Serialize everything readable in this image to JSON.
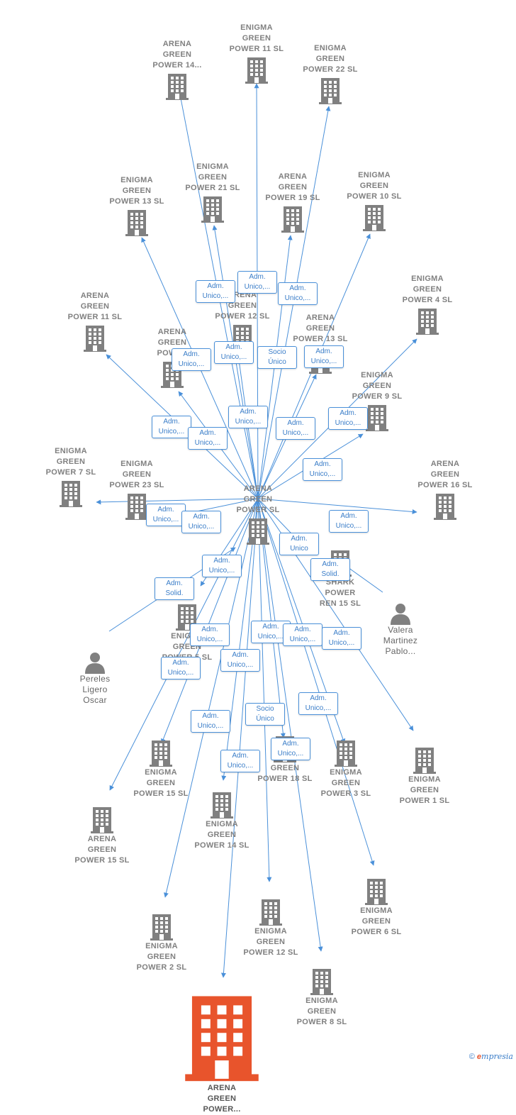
{
  "colors": {
    "edge": "#4a90d9",
    "company": "#808080",
    "highlight": "#e8542c",
    "person": "#808080"
  },
  "center": "arena_gp",
  "nodes": [
    {
      "id": "arena_gp",
      "label": "ARENA\nGREEN\nPOWER  SL",
      "kind": "company"
    },
    {
      "id": "arena14",
      "label": "ARENA\nGREEN\nPOWER 14...",
      "kind": "company"
    },
    {
      "id": "enigma11",
      "label": "ENIGMA\nGREEN\nPOWER 11  SL",
      "kind": "company"
    },
    {
      "id": "enigma22",
      "label": "ENIGMA\nGREEN\nPOWER 22  SL",
      "kind": "company"
    },
    {
      "id": "enigma21",
      "label": "ENIGMA\nGREEN\nPOWER 21  SL",
      "kind": "company"
    },
    {
      "id": "enigma13",
      "label": "ENIGMA\nGREEN\nPOWER 13  SL",
      "kind": "company"
    },
    {
      "id": "arena19",
      "label": "ARENA\nGREEN\nPOWER 19  SL",
      "kind": "company"
    },
    {
      "id": "enigma10",
      "label": "ENIGMA\nGREEN\nPOWER 10  SL",
      "kind": "company"
    },
    {
      "id": "enigma4",
      "label": "ENIGMA\nGREEN\nPOWER 4  SL",
      "kind": "company"
    },
    {
      "id": "arena11",
      "label": "ARENA\nGREEN\nPOWER 11  SL",
      "kind": "company"
    },
    {
      "id": "arena12",
      "label": "ARENA\nGREEN\nPOWER 12  SL",
      "kind": "company"
    },
    {
      "id": "arena_x",
      "label": "ARENA\nGREEN\nPOWER",
      "kind": "company"
    },
    {
      "id": "arena13",
      "label": "ARENA\nGREEN\nPOWER 13  SL",
      "kind": "company"
    },
    {
      "id": "enigma9",
      "label": "ENIGMA\nGREEN\nPOWER 9  SL",
      "kind": "company"
    },
    {
      "id": "enigma7",
      "label": "ENIGMA\nGREEN\nPOWER 7  SL",
      "kind": "company"
    },
    {
      "id": "enigma23",
      "label": "ENIGMA\nGREEN\nPOWER 23  SL",
      "kind": "company"
    },
    {
      "id": "arena16",
      "label": "ARENA\nGREEN\nPOWER 16  SL",
      "kind": "company"
    },
    {
      "id": "shark15",
      "label": "SHARK\nPOWER\nREN 15  SL",
      "kind": "company"
    },
    {
      "id": "valera",
      "label": "Valera\nMartinez\nPablo...",
      "kind": "person"
    },
    {
      "id": "pereles",
      "label": "Pereles\nLigero\nOscar",
      "kind": "person"
    },
    {
      "id": "enigma_x",
      "label": "ENIGMA\nGREEN\nPOWER 5  SL",
      "kind": "company"
    },
    {
      "id": "enigma15",
      "label": "ENIGMA\nGREEN\nPOWER 15  SL",
      "kind": "company"
    },
    {
      "id": "arena15",
      "label": "ARENA\nGREEN\nPOWER 15  SL",
      "kind": "company"
    },
    {
      "id": "enigma14",
      "label": "ENIGMA\nGREEN\nPOWER 14  SL",
      "kind": "company"
    },
    {
      "id": "green18",
      "label": "GREEN\nPOWER 18  SL",
      "kind": "company"
    },
    {
      "id": "enigma3",
      "label": "ENIGMA\nGREEN\nPOWER 3  SL",
      "kind": "company"
    },
    {
      "id": "enigma1",
      "label": "ENIGMA\nGREEN\nPOWER 1  SL",
      "kind": "company"
    },
    {
      "id": "enigma6",
      "label": "ENIGMA\nGREEN\nPOWER 6  SL",
      "kind": "company"
    },
    {
      "id": "enigma2",
      "label": "ENIGMA\nGREEN\nPOWER 2  SL",
      "kind": "company"
    },
    {
      "id": "enigma12",
      "label": "ENIGMA\nGREEN\nPOWER 12  SL",
      "kind": "company"
    },
    {
      "id": "enigma8",
      "label": "ENIGMA\nGREEN\nPOWER 8  SL",
      "kind": "company"
    },
    {
      "id": "arena_power",
      "label": "ARENA\nGREEN\nPOWER...",
      "kind": "highlight"
    }
  ],
  "edges": [
    {
      "from": "arena_gp",
      "to": "arena14",
      "label": "Adm.\nUnico,..."
    },
    {
      "from": "arena_gp",
      "to": "enigma11",
      "label": "Adm.\nUnico,..."
    },
    {
      "from": "arena_gp",
      "to": "enigma22",
      "label": "Adm.\nUnico,..."
    },
    {
      "from": "arena_gp",
      "to": "enigma21",
      "label": "Adm.\nUnico,..."
    },
    {
      "from": "arena_gp",
      "to": "enigma13",
      "label": "Adm.\nUnico,..."
    },
    {
      "from": "arena_gp",
      "to": "arena19",
      "label": "Socio\nÚnico"
    },
    {
      "from": "arena_gp",
      "to": "enigma10",
      "label": "Adm.\nUnico,..."
    },
    {
      "from": "arena_gp",
      "to": "enigma4",
      "label": "Adm.\nUnico,..."
    },
    {
      "from": "arena_gp",
      "to": "arena11",
      "label": "Adm.\nUnico,..."
    },
    {
      "from": "arena_gp",
      "to": "arena12",
      "label": "Adm.\nUnico,..."
    },
    {
      "from": "arena_gp",
      "to": "arena_x",
      "label": "Adm.\nUnico,..."
    },
    {
      "from": "arena_gp",
      "to": "arena13",
      "label": "Adm.\nUnico,..."
    },
    {
      "from": "arena_gp",
      "to": "enigma9",
      "label": "Adm.\nUnico,..."
    },
    {
      "from": "arena_gp",
      "to": "enigma7",
      "label": "Adm.\nUnico,..."
    },
    {
      "from": "arena_gp",
      "to": "enigma23",
      "label": "Adm.\nUnico,..."
    },
    {
      "from": "arena_gp",
      "to": "arena16",
      "label": "Adm.\nUnico,..."
    },
    {
      "from": "arena_gp",
      "to": "shark15",
      "label": "Adm.\nUnico"
    },
    {
      "from": "valera",
      "to": "shark15",
      "label": "Adm.\nSolid."
    },
    {
      "from": "pereles",
      "to": "enigma_x",
      "label": "Adm.\nSolid."
    },
    {
      "from": "arena_gp",
      "to": "enigma_x",
      "label": "Adm.\nUnico,..."
    },
    {
      "from": "arena_gp",
      "to": "enigma15",
      "label": "Adm.\nUnico,..."
    },
    {
      "from": "arena_gp",
      "to": "arena15",
      "label": "Adm.\nUnico,..."
    },
    {
      "from": "arena_gp",
      "to": "enigma14",
      "label": "Adm.\nUnico,..."
    },
    {
      "from": "arena_gp",
      "to": "green18",
      "label": "Adm.\nUnico,..."
    },
    {
      "from": "arena_gp",
      "to": "enigma3",
      "label": "Adm.\nUnico,..."
    },
    {
      "from": "arena_gp",
      "to": "enigma1",
      "label": "Adm.\nUnico,..."
    },
    {
      "from": "arena_gp",
      "to": "enigma6",
      "label": "Adm.\nUnico,..."
    },
    {
      "from": "arena_gp",
      "to": "enigma2",
      "label": "Adm.\nUnico,..."
    },
    {
      "from": "arena_gp",
      "to": "enigma12",
      "label": "Socio\nÚnico"
    },
    {
      "from": "arena_gp",
      "to": "enigma8",
      "label": "Adm.\nUnico,..."
    },
    {
      "from": "arena_gp",
      "to": "arena_power",
      "label": "Adm.\nUnico,..."
    }
  ],
  "brand": {
    "symbol": "©",
    "initial": "e",
    "rest": "mpresia"
  }
}
